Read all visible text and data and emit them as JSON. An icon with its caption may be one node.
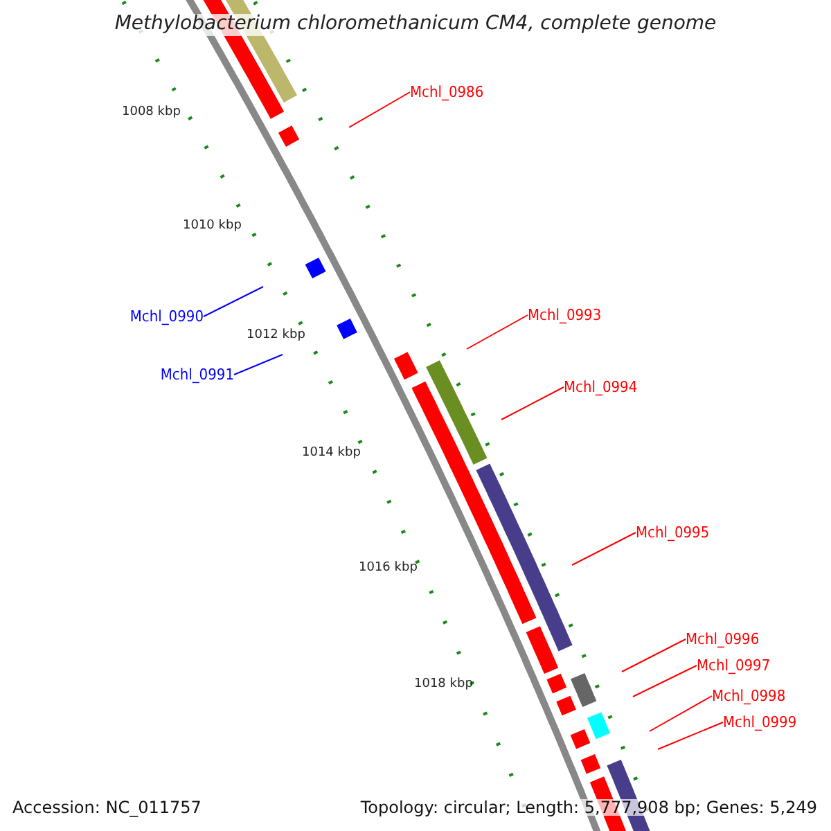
{
  "diagram": {
    "title": "Methylobacterium chloromethanicum CM4, complete genome",
    "nodes": [
      {
        "text": [
          "Mchl_0986"
        ]
      },
      {
        "text": [
          "Mchl_0990"
        ]
      },
      {
        "text": [
          "Mchl_0991"
        ]
      },
      {
        "text": [
          "Mchl_0993"
        ]
      },
      {
        "text": [
          "Mchl_0994"
        ]
      },
      {
        "text": [
          "Mchl_0995"
        ]
      },
      {
        "text": [
          "Mchl_0996"
        ]
      },
      {
        "text": [
          "Mchl_0997"
        ]
      },
      {
        "text": [
          "Mchl_0998"
        ]
      },
      {
        "text": [
          "Mchl_0999"
        ]
      }
    ],
    "edges": [
      {
        "from": 0,
        "to": null,
        "arrow": "none"
      },
      {
        "from": 1,
        "to": null,
        "arrow": "none",
        "color": "#0000ff"
      },
      {
        "from": 2,
        "to": null,
        "arrow": "none",
        "color": "#0000ff"
      },
      {
        "from": 3,
        "to": null,
        "arrow": "none"
      },
      {
        "from": 4,
        "to": null,
        "arrow": "none"
      },
      {
        "from": 5,
        "to": null,
        "arrow": "none"
      },
      {
        "from": 6,
        "to": null,
        "arrow": "none"
      },
      {
        "from": 7,
        "to": null,
        "arrow": "none"
      },
      {
        "from": 8,
        "to": null,
        "arrow": "none"
      },
      {
        "from": 9,
        "to": null,
        "arrow": "none"
      }
    ],
    "labels": [
      "1008 kbp",
      "1010 kbp",
      "1012 kbp",
      "1014 kbp",
      "1016 kbp",
      "1018 kbp",
      "Accession: NC_011757",
      "Topology: circular; Length: 5,777,908 bp; Genes: 5,249"
    ]
  }
}
